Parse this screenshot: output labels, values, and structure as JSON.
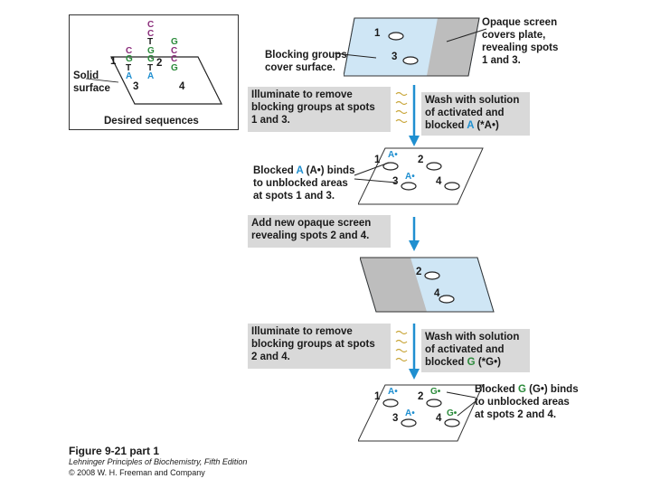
{
  "inset": {
    "sequences": [
      {
        "spot": "1",
        "letters": [
          "C",
          "G",
          "T",
          "A"
        ],
        "colors": [
          "#8a2c7a",
          "#2a8a3a",
          "#1a1a1a",
          "#1f8fd0"
        ]
      },
      {
        "spot": "2",
        "letters": [
          "C",
          "C",
          "T",
          "G",
          "G",
          "T",
          "A"
        ],
        "colors": [
          "#8a2c7a",
          "#8a2c7a",
          "#1a1a1a",
          "#2a8a3a",
          "#2a8a3a",
          "#1a1a1a",
          "#1f8fd0"
        ]
      },
      {
        "spot": "4",
        "letters": [
          "G",
          "C",
          "C",
          "G"
        ],
        "colors": [
          "#2a8a3a",
          "#8a2c7a",
          "#8a2c7a",
          "#2a8a3a"
        ]
      }
    ],
    "solid_surface_line1": "Solid",
    "solid_surface_line2": "surface",
    "caption": "Desired sequences",
    "spot_labels": [
      "1",
      "2",
      "3",
      "4"
    ]
  },
  "steps": {
    "opaque_screen": [
      "Opaque screen",
      "covers plate,",
      "revealing spots",
      "1 and 3."
    ],
    "blocking_groups": [
      "Blocking groups",
      "cover surface."
    ],
    "illuminate1": [
      "Illuminate to remove",
      "blocking groups at spots",
      "1 and 3."
    ],
    "wash1_prefix": [
      "Wash with solution",
      "of activated and"
    ],
    "wash1_blocked": "blocked",
    "wash1_nucleotide": "A",
    "wash1_paren": "(*A•)",
    "blocked_a_lines": [
      "Blocked",
      "A",
      "(A•) binds",
      "to unblocked areas",
      "at spots 1 and 3."
    ],
    "new_screen": [
      "Add new opaque screen",
      "revealing spots 2 and 4."
    ],
    "illuminate2": [
      "Illuminate to remove",
      "blocking groups at spots",
      "2 and 4."
    ],
    "wash2_prefix": [
      "Wash with solution",
      "of activated and"
    ],
    "wash2_blocked": "blocked",
    "wash2_nucleotide": "G",
    "wash2_paren": "(*G•)",
    "blocked_g_lines": [
      "Blocked",
      "G",
      "(G•) binds",
      "to unblocked areas",
      "at spots 2 and 4."
    ]
  },
  "plate_labels": {
    "plate1": [
      "1",
      "3"
    ],
    "plate2": [
      "1",
      "2",
      "3",
      "4"
    ],
    "plate3": [
      "2",
      "4"
    ],
    "plate4": [
      "1",
      "2",
      "3",
      "4"
    ],
    "a_mark": "A•",
    "g_mark": "G•"
  },
  "colors": {
    "accent_blue": "#1f8fd0",
    "step_box": "#d9d9d9",
    "screen_fill": "#cfe6f5",
    "opaque_fill": "#bdbdbd"
  },
  "caption": {
    "figure": "Figure 9-21 part 1",
    "book": "Lehninger Principles of Biochemistry, Fifth Edition",
    "copyright": "© 2008 W. H. Freeman and Company"
  }
}
